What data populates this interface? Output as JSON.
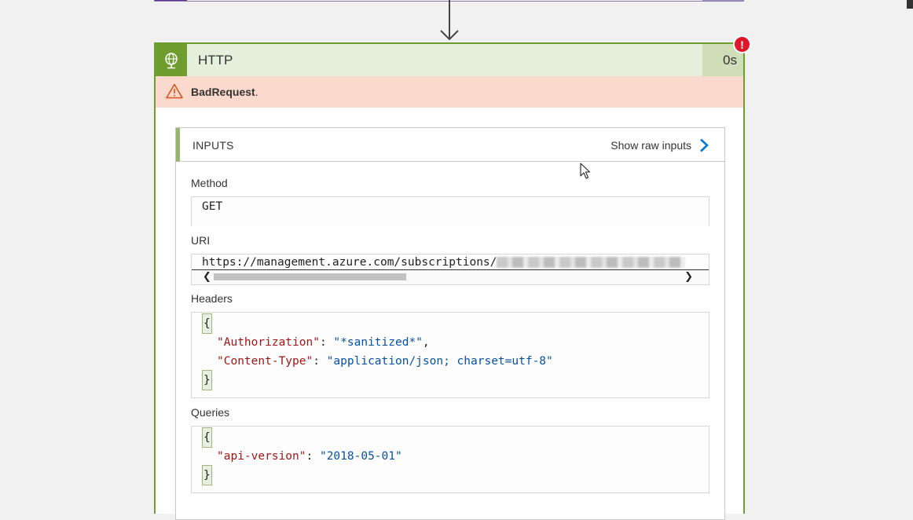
{
  "action": {
    "title": "HTTP",
    "duration": "0s",
    "error_badge": "!",
    "status": {
      "code": "BadRequest",
      "suffix": "."
    }
  },
  "inputs": {
    "section_title": "INPUTS",
    "raw_link_label": "Show raw inputs",
    "method": {
      "label": "Method",
      "value": "GET"
    },
    "uri": {
      "label": "URI",
      "value": "https://management.azure.com/subscriptions/"
    },
    "headers": {
      "label": "Headers",
      "open_brace": "{",
      "close_brace": "}",
      "entries": [
        {
          "key": "\"Authorization\"",
          "sep": ": ",
          "value": "\"*sanitized*\"",
          "trail": ","
        },
        {
          "key": "\"Content-Type\"",
          "sep": ": ",
          "value": "\"application/json; charset=utf-8\"",
          "trail": ""
        }
      ]
    },
    "queries": {
      "label": "Queries",
      "open_brace": "{",
      "close_brace": "}",
      "entries": [
        {
          "key": "\"api-version\"",
          "sep": ": ",
          "value": "\"2018-05-01\"",
          "trail": ""
        }
      ]
    }
  },
  "colors": {
    "success_green": "#6f9c2f",
    "header_bg": "#e6efdb",
    "error_bg": "#fbd9cc",
    "error_red": "#e0162b",
    "warning_orange": "#d9541e",
    "link_blue": "#0078d4"
  },
  "icons": {
    "action": "http-globe-icon",
    "warning": "warning-triangle-icon",
    "chevron": "chevron-right-icon",
    "arrow": "arrow-down-icon"
  }
}
